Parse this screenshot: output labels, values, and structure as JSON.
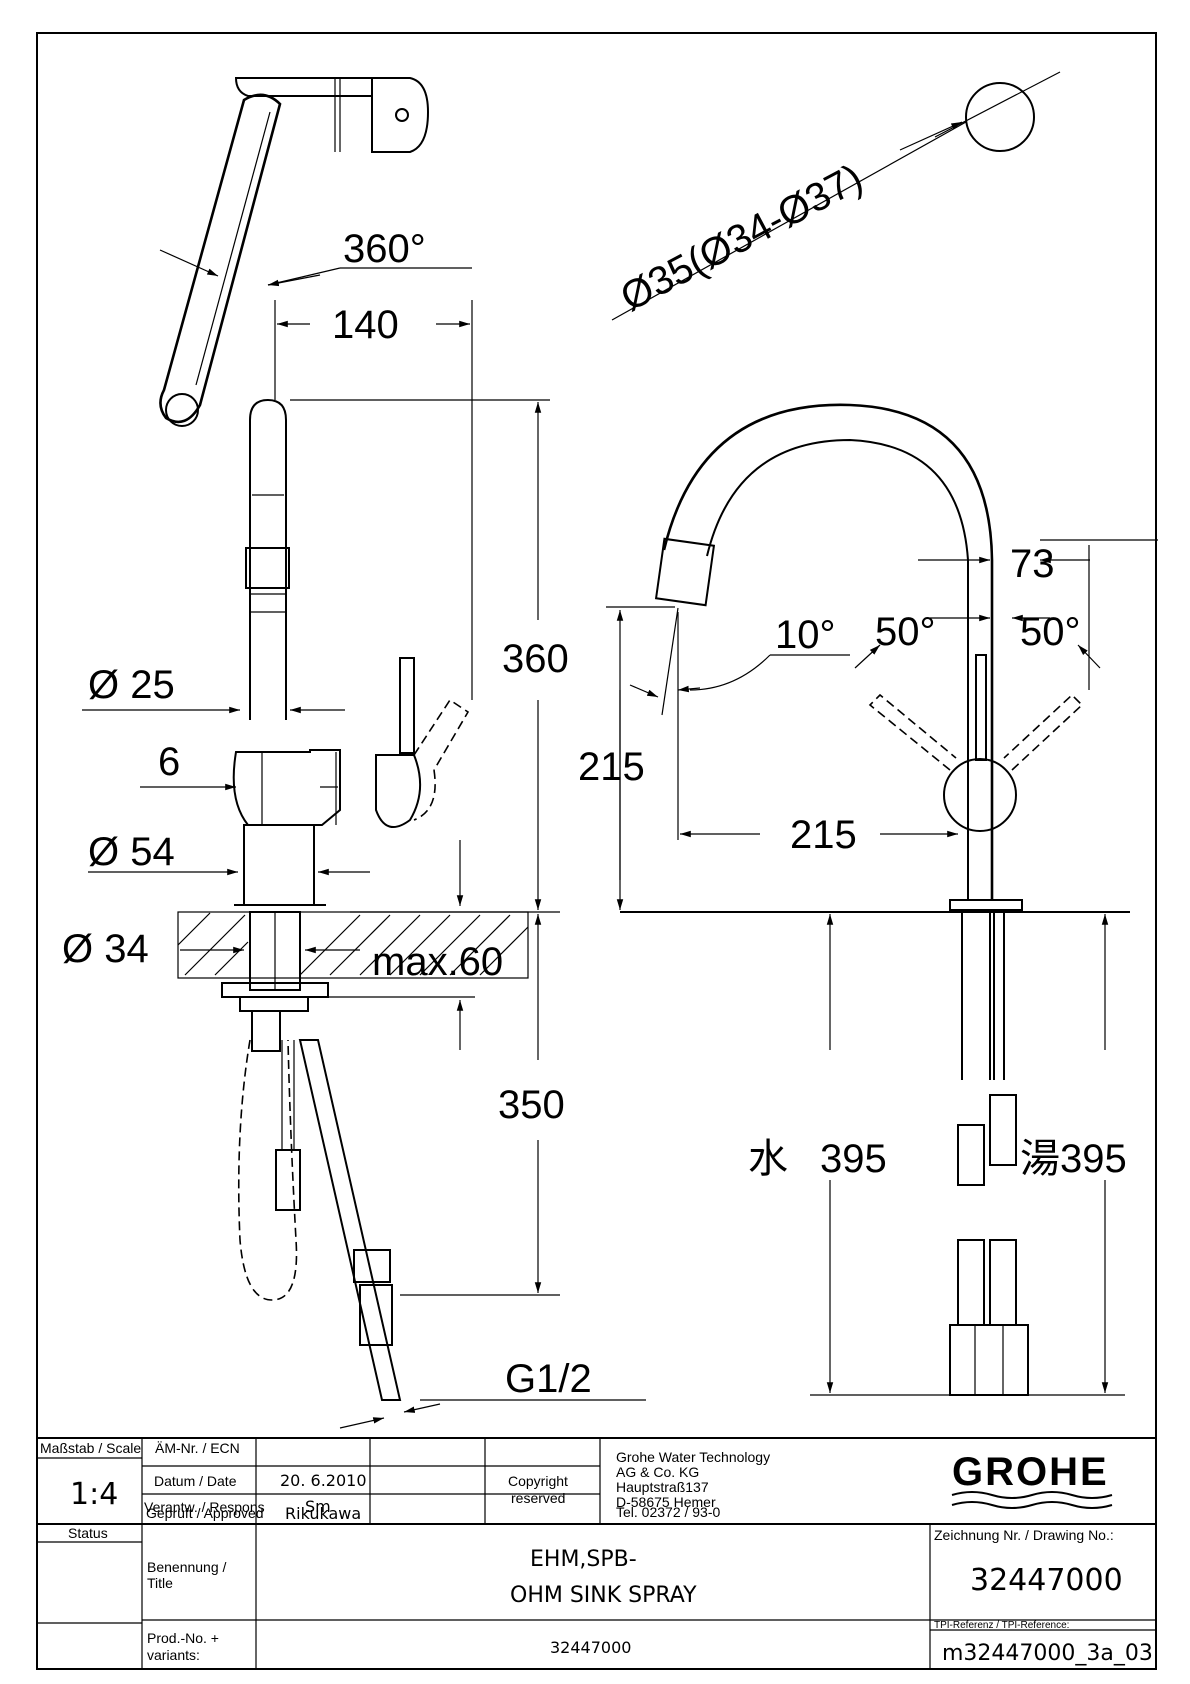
{
  "drawing": {
    "dimensions": {
      "rotation": "360°",
      "reach_top": "140",
      "height_spout": "360",
      "spout_diameter": "Ø 25",
      "lever_offset": "6",
      "base_diameter": "Ø 54",
      "shank_diameter": "Ø 34",
      "counter_thickness": "max.60",
      "hose_length": "350",
      "thread": "G1/2",
      "hole_diameter": "Ø35(Ø34-Ø37)",
      "front_height": "215",
      "front_reach": "215",
      "spray_angle": "10°",
      "lever_angle_left": "50°",
      "lever_angle_right": "50°",
      "lever_spacing": "73",
      "cold_label": "水",
      "cold_length": "395",
      "hot_label": "湯",
      "hot_length": "395"
    }
  },
  "title_block": {
    "scale_label": "Maßstab / Scale",
    "scale_value": "1:4",
    "ecn_label": "ÄM-Nr. / ECN",
    "date_label": "Datum / Date",
    "date_value": "20. 6.2010",
    "responsible_label": "Verantw. / Respons",
    "responsible_value": "Sm",
    "approved_label": "Geprüft / Approved",
    "approved_value": "Rikukawa",
    "copyright_line1": "Copyright",
    "copyright_line2": "reserved",
    "company": [
      "Grohe Water Technology",
      "AG & Co. KG",
      "Hauptstraß137",
      "D-58675 Hemer",
      "Tel. 02372 / 93-0"
    ],
    "logo_text": "GROHE",
    "status_label": "Status",
    "title_label_1": "Benennung /",
    "title_label_2": "Title",
    "title_line1": "EHM,SPB-",
    "title_line2": "OHM SINK SPRAY",
    "drawing_no_label": "Zeichnung Nr. / Drawing No.:",
    "drawing_no": "32447000",
    "prodno_label_1": "Prod.-No. +",
    "prodno_label_2": "variants:",
    "prodno_value": "32447000",
    "tpi_label": "TPI-Referenz / TPI-Reference:",
    "tpi_value": "m32447000_3a_03"
  }
}
